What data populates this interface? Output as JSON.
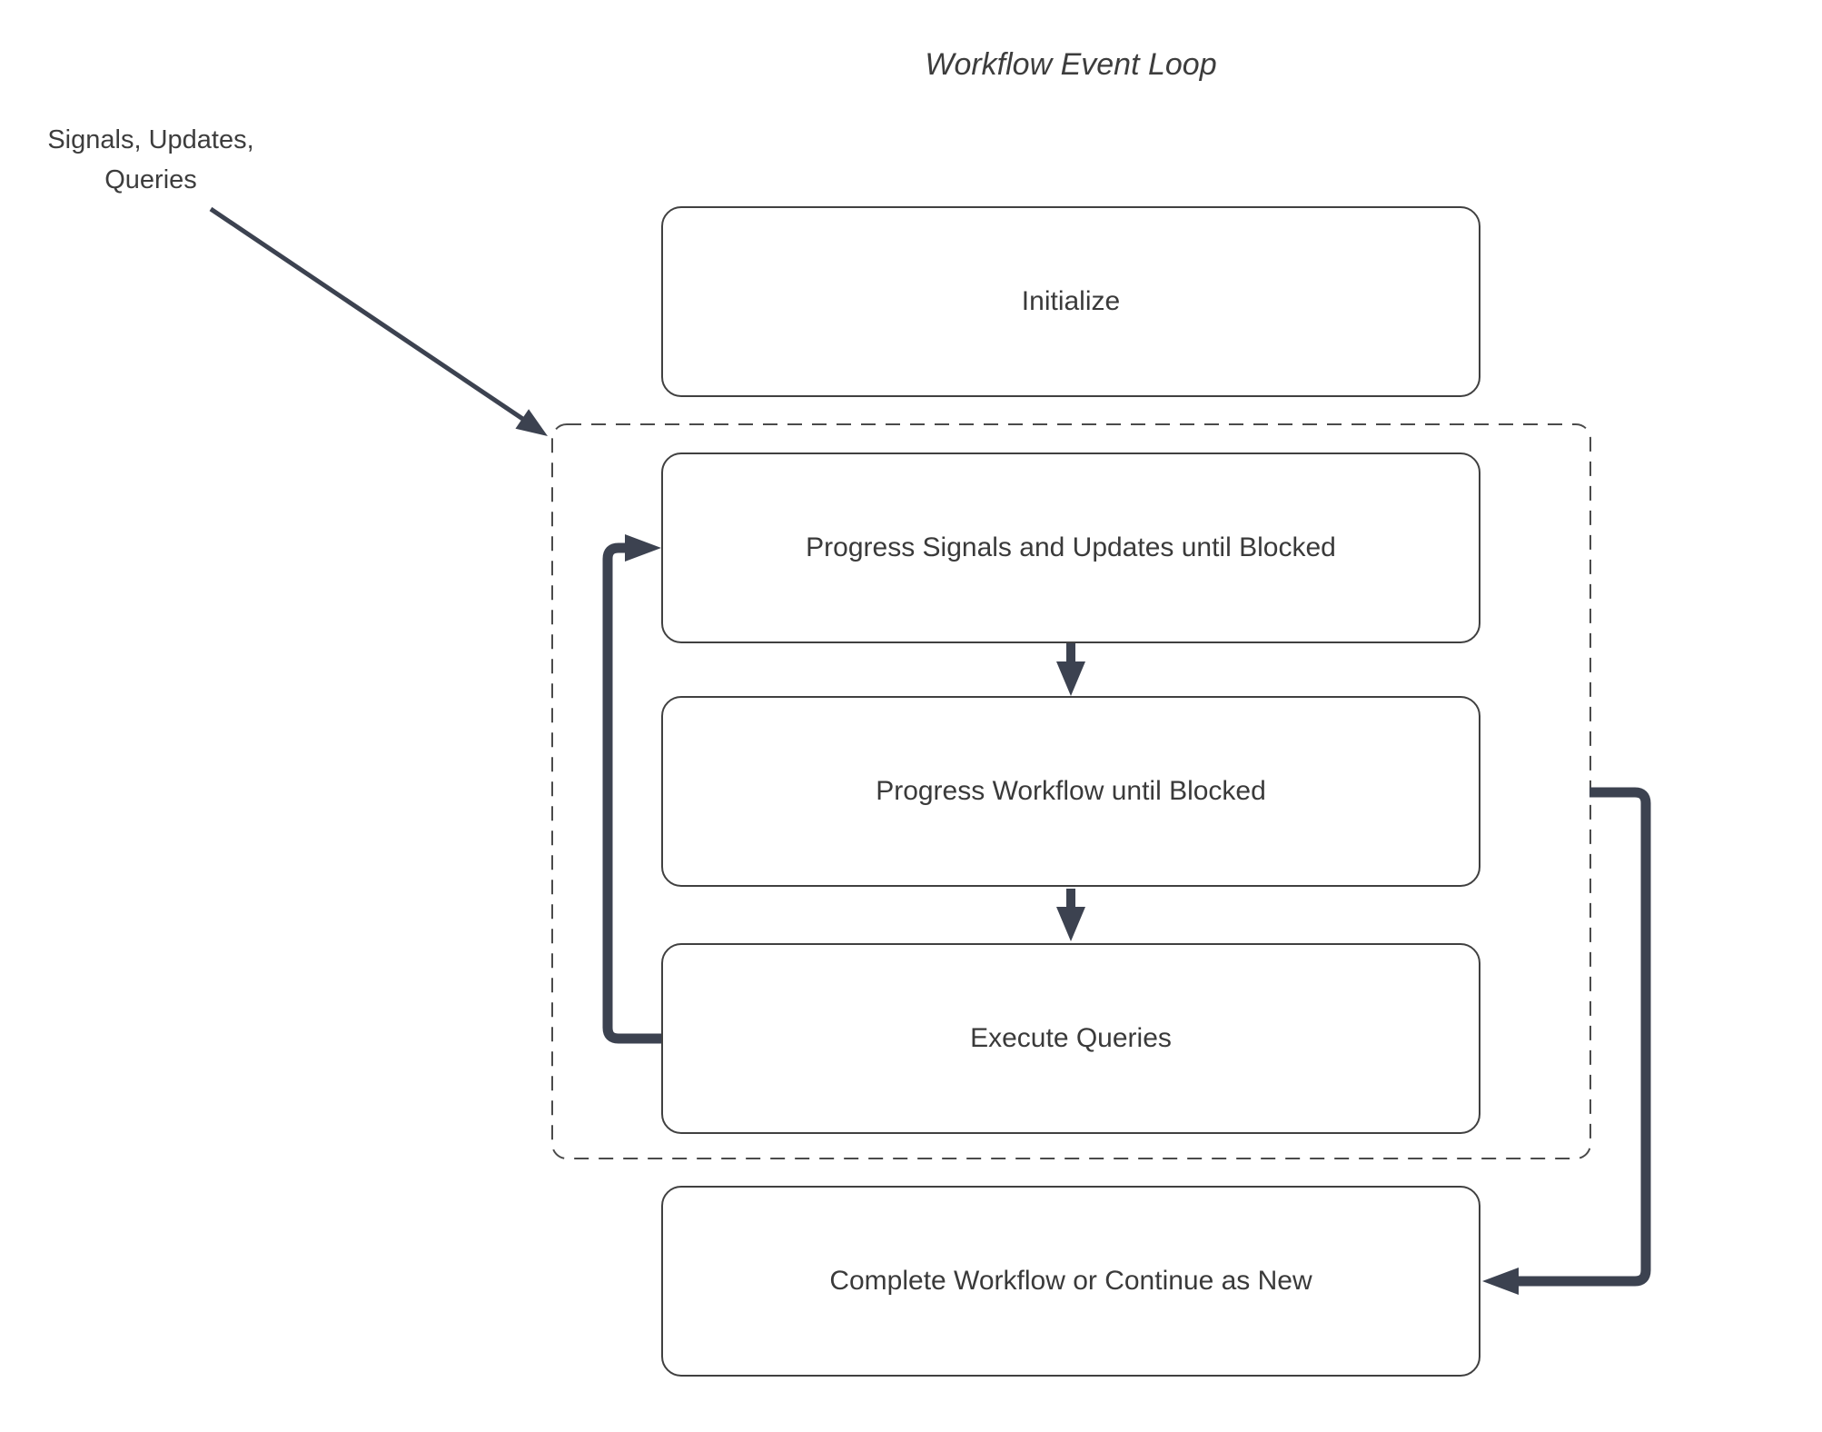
{
  "diagram": {
    "title": "Workflow Event Loop",
    "input_label": {
      "line1": "Signals, Updates,",
      "line2": "Queries"
    },
    "nodes": {
      "initialize": "Initialize",
      "progress_signals": "Progress Signals and Updates until Blocked",
      "progress_workflow": "Progress Workflow until Blocked",
      "execute_queries": "Execute Queries",
      "complete": "Complete Workflow or Continue as New"
    },
    "colors": {
      "arrow": "#3c4250",
      "box_border": "#404040",
      "text": "#3a3a3a",
      "dashed_border": "#4a4a4a",
      "background": "#ffffff"
    }
  }
}
